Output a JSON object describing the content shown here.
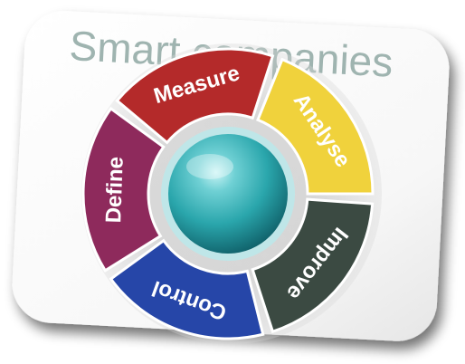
{
  "title": "Smart companies",
  "cycle": {
    "steps": [
      {
        "label": "Define",
        "color": "#8e2a5c"
      },
      {
        "label": "Measure",
        "color": "#b42a2a"
      },
      {
        "label": "Analyse",
        "color": "#f0d23c"
      },
      {
        "label": "Improve",
        "color": "#3b4a42"
      },
      {
        "label": "Control",
        "color": "#2646a8"
      }
    ],
    "center_color": "#2aa6ac"
  }
}
